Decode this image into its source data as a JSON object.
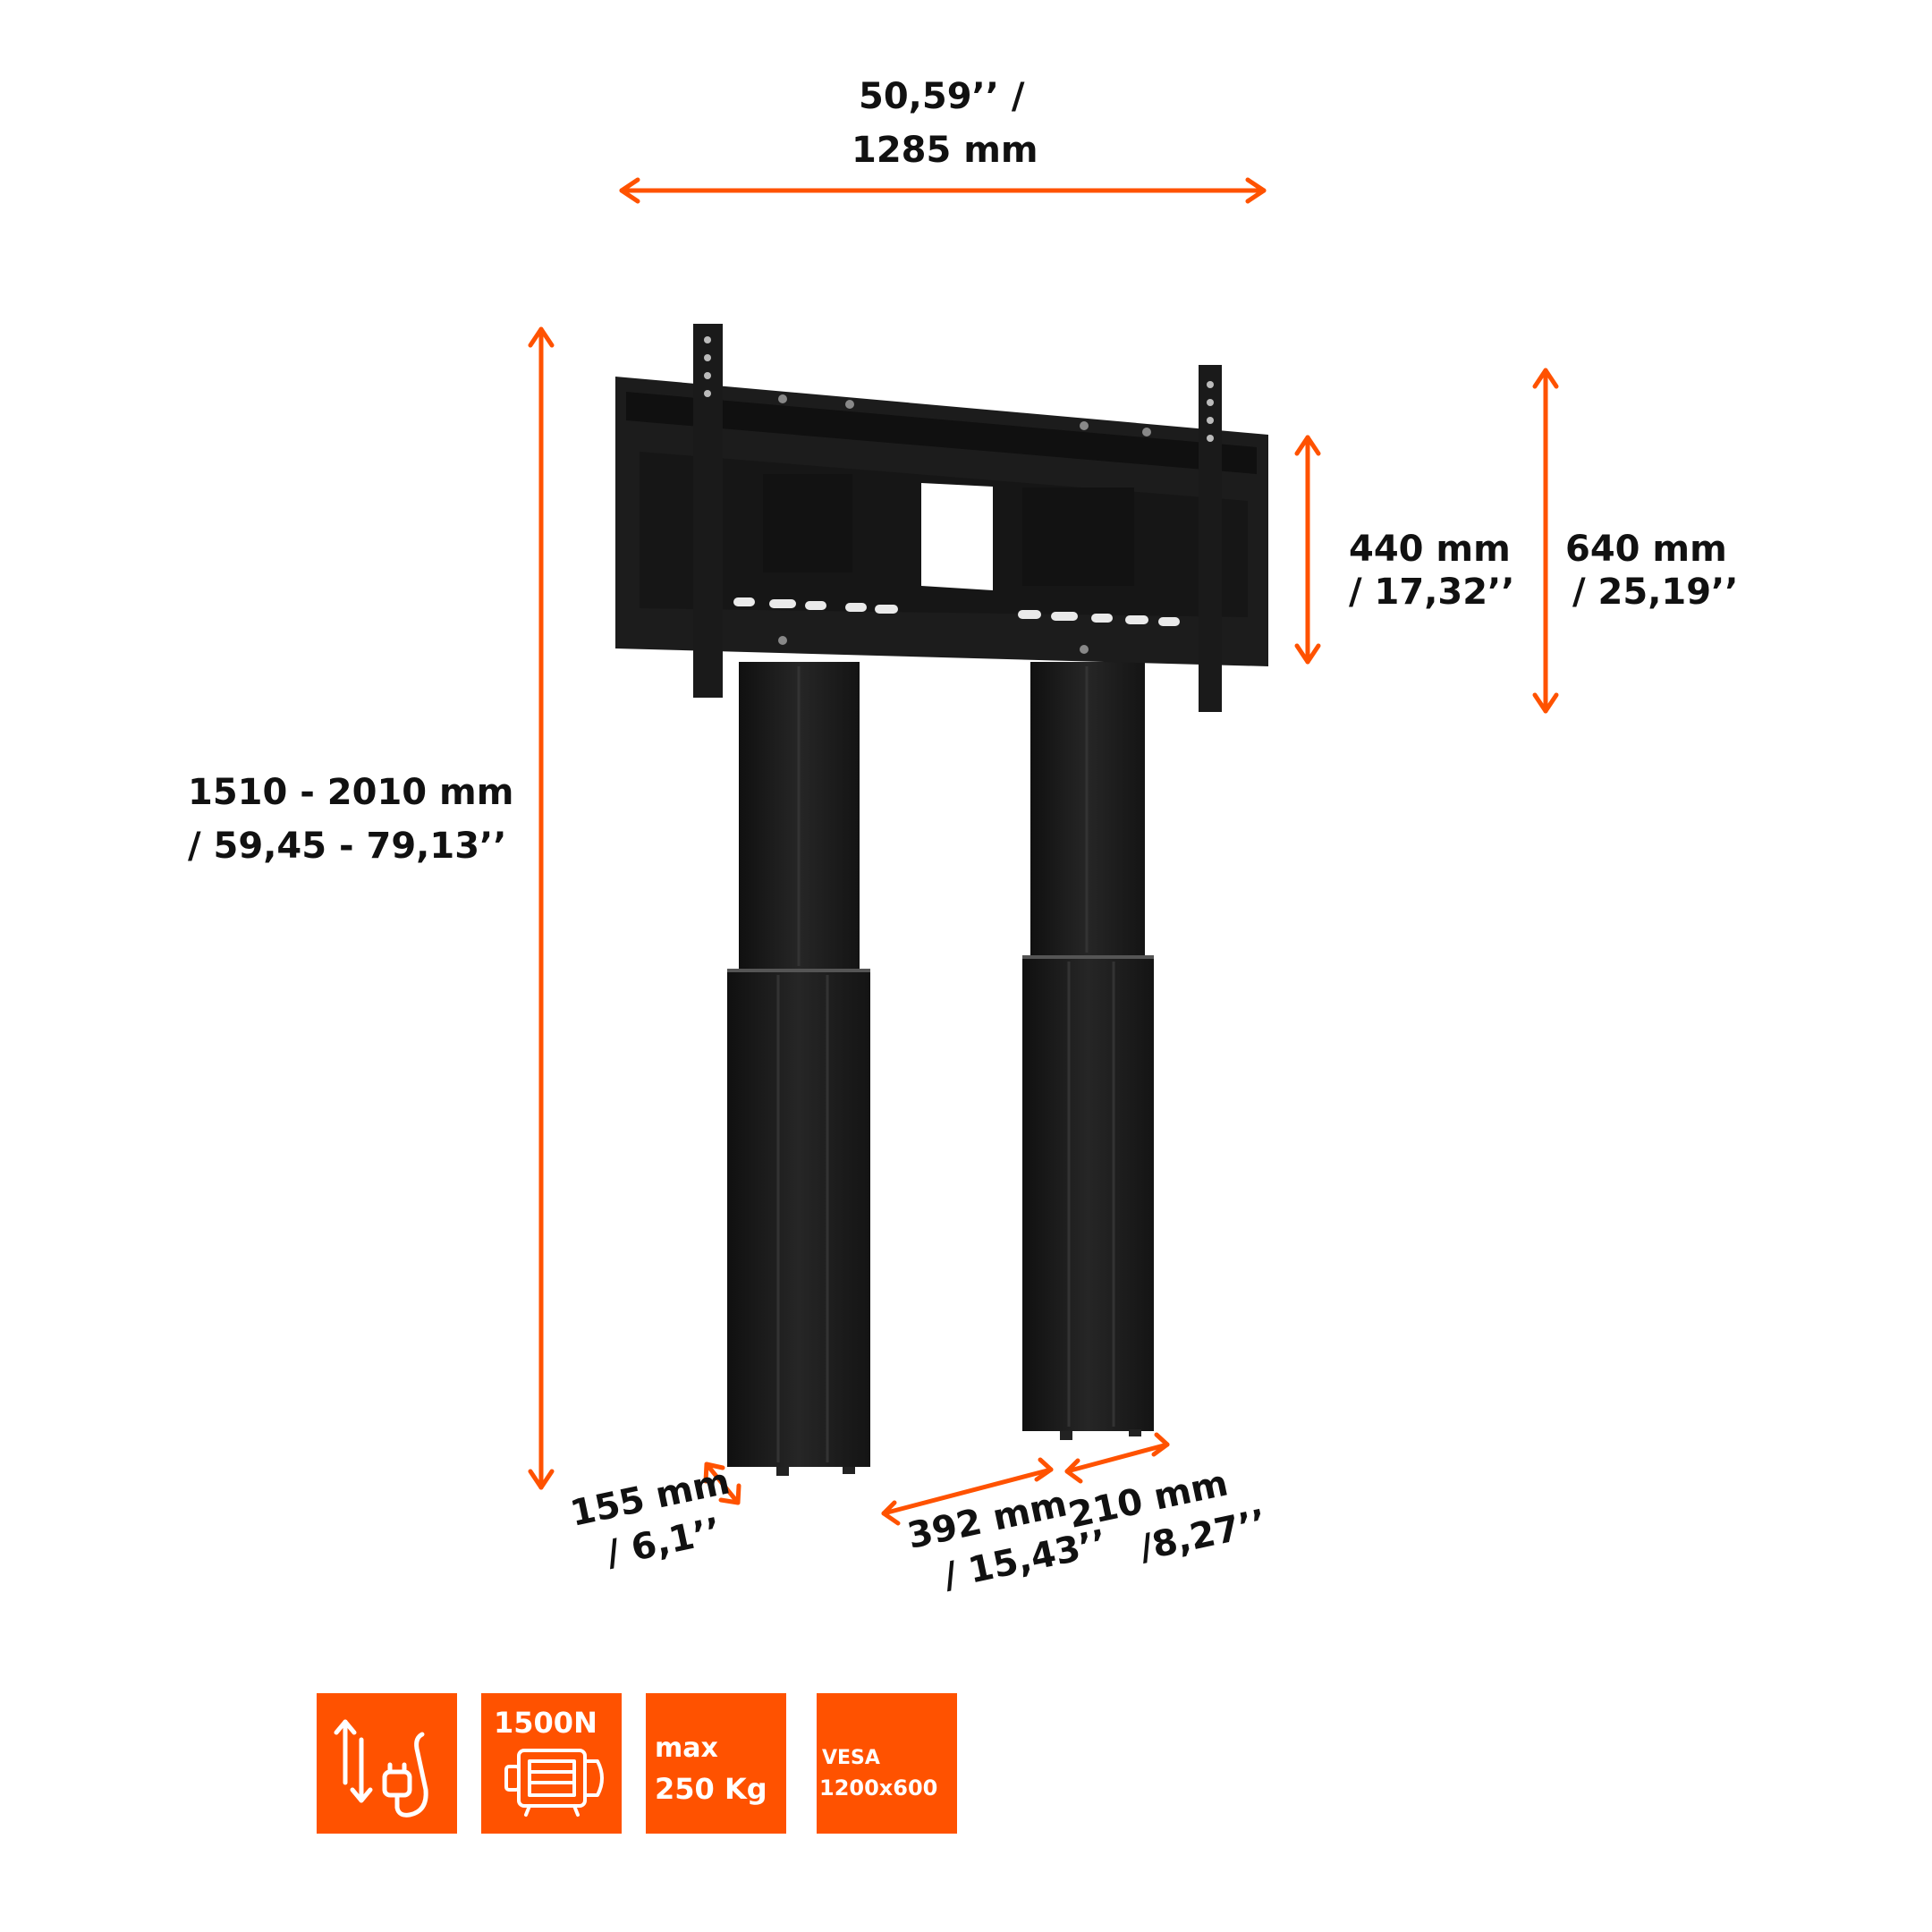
{
  "colors": {
    "accent": "#ff5200",
    "stand": "#1c1c1c",
    "text": "#111111",
    "badge_text": "#ffffff"
  },
  "dimensions": {
    "width_in": "50,59’’ /",
    "width_mm": "1285 mm",
    "height_mm": "1510 - 2010 mm",
    "height_in": "/ 59,45 - 79,13’’",
    "frame_height_mm": "440 mm",
    "frame_height_in": "/ 17,32’’",
    "mount_height_mm": "640 mm",
    "mount_height_in": "/ 25,19’’",
    "column_width_mm": "155 mm",
    "column_width_in": "/ 6,1’’",
    "column_spacing_mm": "392 mm",
    "column_spacing_in": "/ 15,43’’",
    "column_depth_mm": "210 mm",
    "column_depth_in": "/8,27’’"
  },
  "badges": [
    {
      "icon": "electric-height-adjust-icon"
    },
    {
      "label": "1500N",
      "icon": "motor-icon"
    },
    {
      "line1": "max",
      "line2": "250 Kg"
    },
    {
      "line1": "VESA",
      "line2": "1200x600"
    }
  ]
}
